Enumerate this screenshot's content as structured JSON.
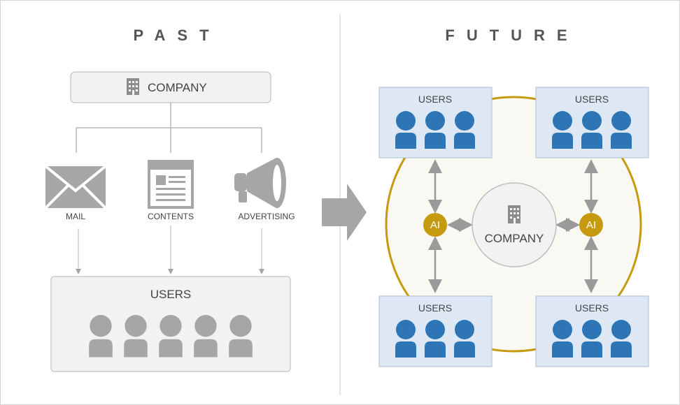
{
  "past": {
    "title": "PAST",
    "company_label": "COMPANY",
    "channels": [
      {
        "label": "MAIL",
        "icon": "mail-icon"
      },
      {
        "label": "CONTENTS",
        "icon": "contents-icon"
      },
      {
        "label": "ADVERTISING",
        "icon": "megaphone-icon"
      }
    ],
    "users_label": "USERS",
    "user_count": 5
  },
  "future": {
    "title": "FUTURE",
    "company_label": "COMPANY",
    "ai_label": "AI",
    "user_groups": [
      {
        "label": "USERS",
        "user_count": 3
      },
      {
        "label": "USERS",
        "user_count": 3
      },
      {
        "label": "USERS",
        "user_count": 3
      },
      {
        "label": "USERS",
        "user_count": 3
      }
    ]
  },
  "colors": {
    "gray_fill": "#f2f2f2",
    "gray_icon": "#a6a6a6",
    "blue_box": "#dde8f4",
    "blue_user": "#2e75b6",
    "gold": "#c59a0e",
    "circle_fill": "#faf8f2"
  }
}
